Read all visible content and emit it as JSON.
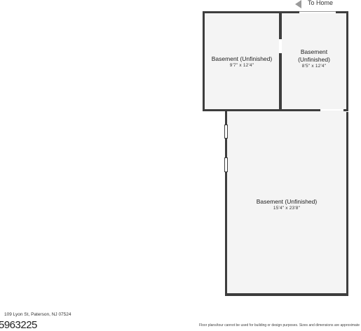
{
  "to_home": {
    "label": "To Home",
    "icon": "arrow-left-icon"
  },
  "rooms": [
    {
      "name": "Basement (Unfinished)",
      "dims": "9'7\" x 12'4\""
    },
    {
      "name_line1": "Basement",
      "name_line2": "(Unfinished)",
      "dims": "8'5\" x 12'4\""
    },
    {
      "name": "Basement (Unfinished)",
      "dims": "15'4\" x 23'8\""
    }
  ],
  "footer": {
    "address": "109 Lyon St, Paterson, NJ 07524",
    "id": "5963225",
    "disclaimer": "Floor plans/tour cannot be used for building or design purposes. Sizes and dimensions are approximate"
  },
  "colors": {
    "wall": "#3d3d3d",
    "floor": "#f4f4f4"
  }
}
